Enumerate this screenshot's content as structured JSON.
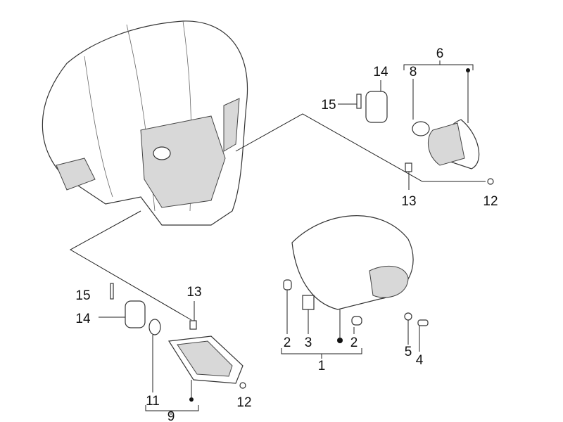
{
  "diagram": {
    "title": "Turn signal lights exploded parts diagram",
    "callouts": {
      "c6": "6",
      "c14_top": "14",
      "c8": "8",
      "c15_top": "15",
      "c13_right": "13",
      "c12_right": "12",
      "c15_left": "15",
      "c14_left": "14",
      "c13_left": "13",
      "c2_a": "2",
      "c3": "3",
      "c2_b": "2",
      "c1": "1",
      "c5": "5",
      "c4": "4",
      "c11": "11",
      "c12_left": "12",
      "c9": "9"
    }
  }
}
